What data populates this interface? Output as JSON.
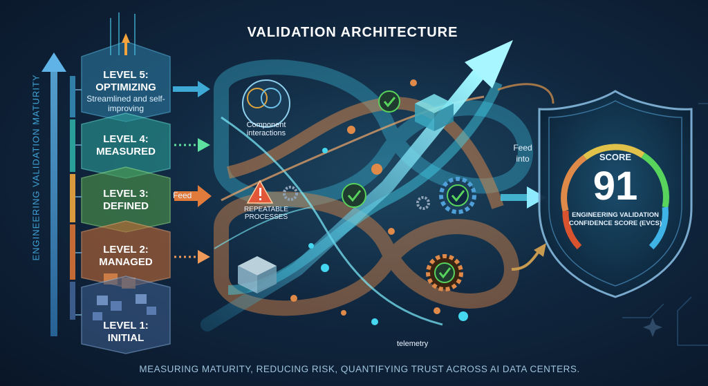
{
  "title": "VALIDATION ARCHITECTURE",
  "axis_label": "ENGINEERING VALIDATION MATURITY",
  "levels": [
    {
      "title": "LEVEL 5:",
      "name": "OPTIMIZING",
      "description": "Streamlined and self-improving",
      "color": "#2f7fa8"
    },
    {
      "title": "LEVEL 4:",
      "name": "MEASURED",
      "description": "",
      "color": "#2a9e98"
    },
    {
      "title": "LEVEL 3:",
      "name": "DEFINED",
      "description": "",
      "color": "#4f9a4c"
    },
    {
      "title": "LEVEL 2:",
      "name": "MANAGED",
      "description": "",
      "color": "#c36a35"
    },
    {
      "title": "LEVEL 1:",
      "name": "INITIAL",
      "description": "",
      "color": "#3b5c8a"
    }
  ],
  "labels": {
    "component_interactions": "Component interactions",
    "repeatable_processes": "REPEATABLE PROCESSES",
    "feed": "Feed",
    "feed_into": "Feed into",
    "telemetry": "telemetry"
  },
  "score": {
    "label": "SCORE",
    "value": "91",
    "description": "ENGINEERING VALIDATION CONFIDENCE SCORE (EVCS)"
  },
  "footer": "MEASURING MATURITY, REDUCING RISK, QUANTIFYING TRUST ACROSS AI DATA CENTERS.",
  "colors": {
    "cyan": "#45d6f0",
    "orange": "#e08a4a",
    "green": "#58d35c",
    "gold": "#e0a53c"
  }
}
